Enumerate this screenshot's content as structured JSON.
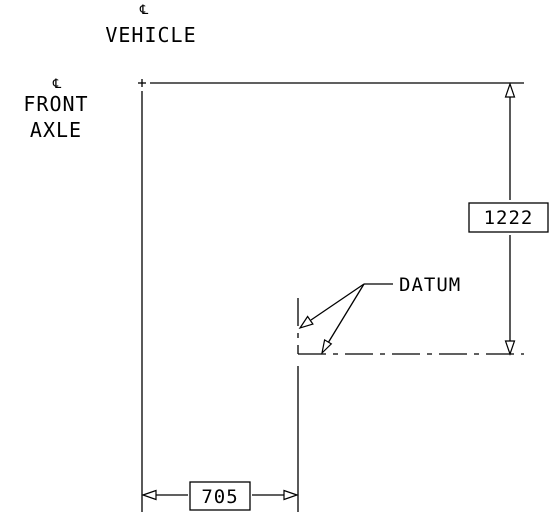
{
  "vehicle_centerline": {
    "symbol": "℄",
    "label": "VEHICLE"
  },
  "front_axle_centerline": {
    "symbol": "℄",
    "label_line1": "FRONT",
    "label_line2": "AXLE"
  },
  "datum": {
    "label": "DATUM"
  },
  "dimensions": {
    "vertical_value": "1222",
    "horizontal_value": "705"
  }
}
